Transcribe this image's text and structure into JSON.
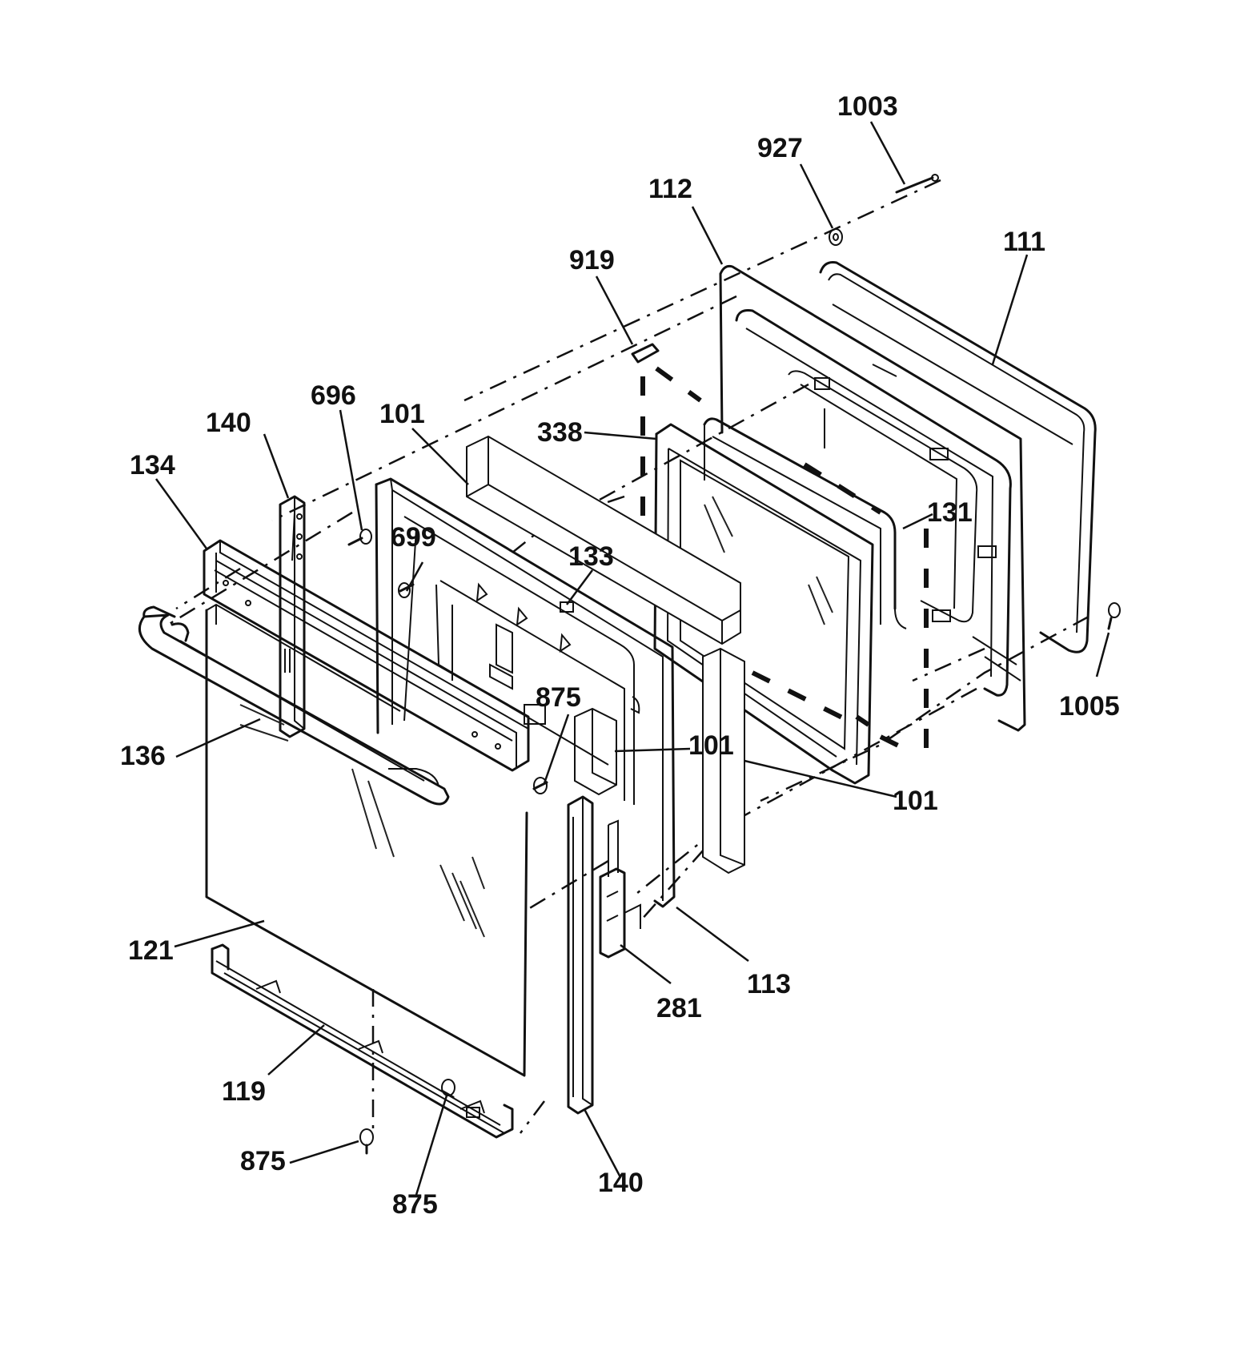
{
  "callouts": [
    {
      "id": "c1003",
      "label": "1003"
    },
    {
      "id": "c927",
      "label": "927"
    },
    {
      "id": "c112",
      "label": "112"
    },
    {
      "id": "c111",
      "label": "111"
    },
    {
      "id": "c919",
      "label": "919"
    },
    {
      "id": "c696",
      "label": "696"
    },
    {
      "id": "c140a",
      "label": "140"
    },
    {
      "id": "c101a",
      "label": "101"
    },
    {
      "id": "c338",
      "label": "338"
    },
    {
      "id": "c134",
      "label": "134"
    },
    {
      "id": "c699",
      "label": "699"
    },
    {
      "id": "c133",
      "label": "133"
    },
    {
      "id": "c131",
      "label": "131"
    },
    {
      "id": "c1005",
      "label": "1005"
    },
    {
      "id": "c875a",
      "label": "875"
    },
    {
      "id": "c101b",
      "label": "101"
    },
    {
      "id": "c136",
      "label": "136"
    },
    {
      "id": "c101c",
      "label": "101"
    },
    {
      "id": "c121",
      "label": "121"
    },
    {
      "id": "c113",
      "label": "113"
    },
    {
      "id": "c281",
      "label": "281"
    },
    {
      "id": "c119",
      "label": "119"
    },
    {
      "id": "c875b",
      "label": "875"
    },
    {
      "id": "c875c",
      "label": "875"
    },
    {
      "id": "c140b",
      "label": "140"
    }
  ]
}
